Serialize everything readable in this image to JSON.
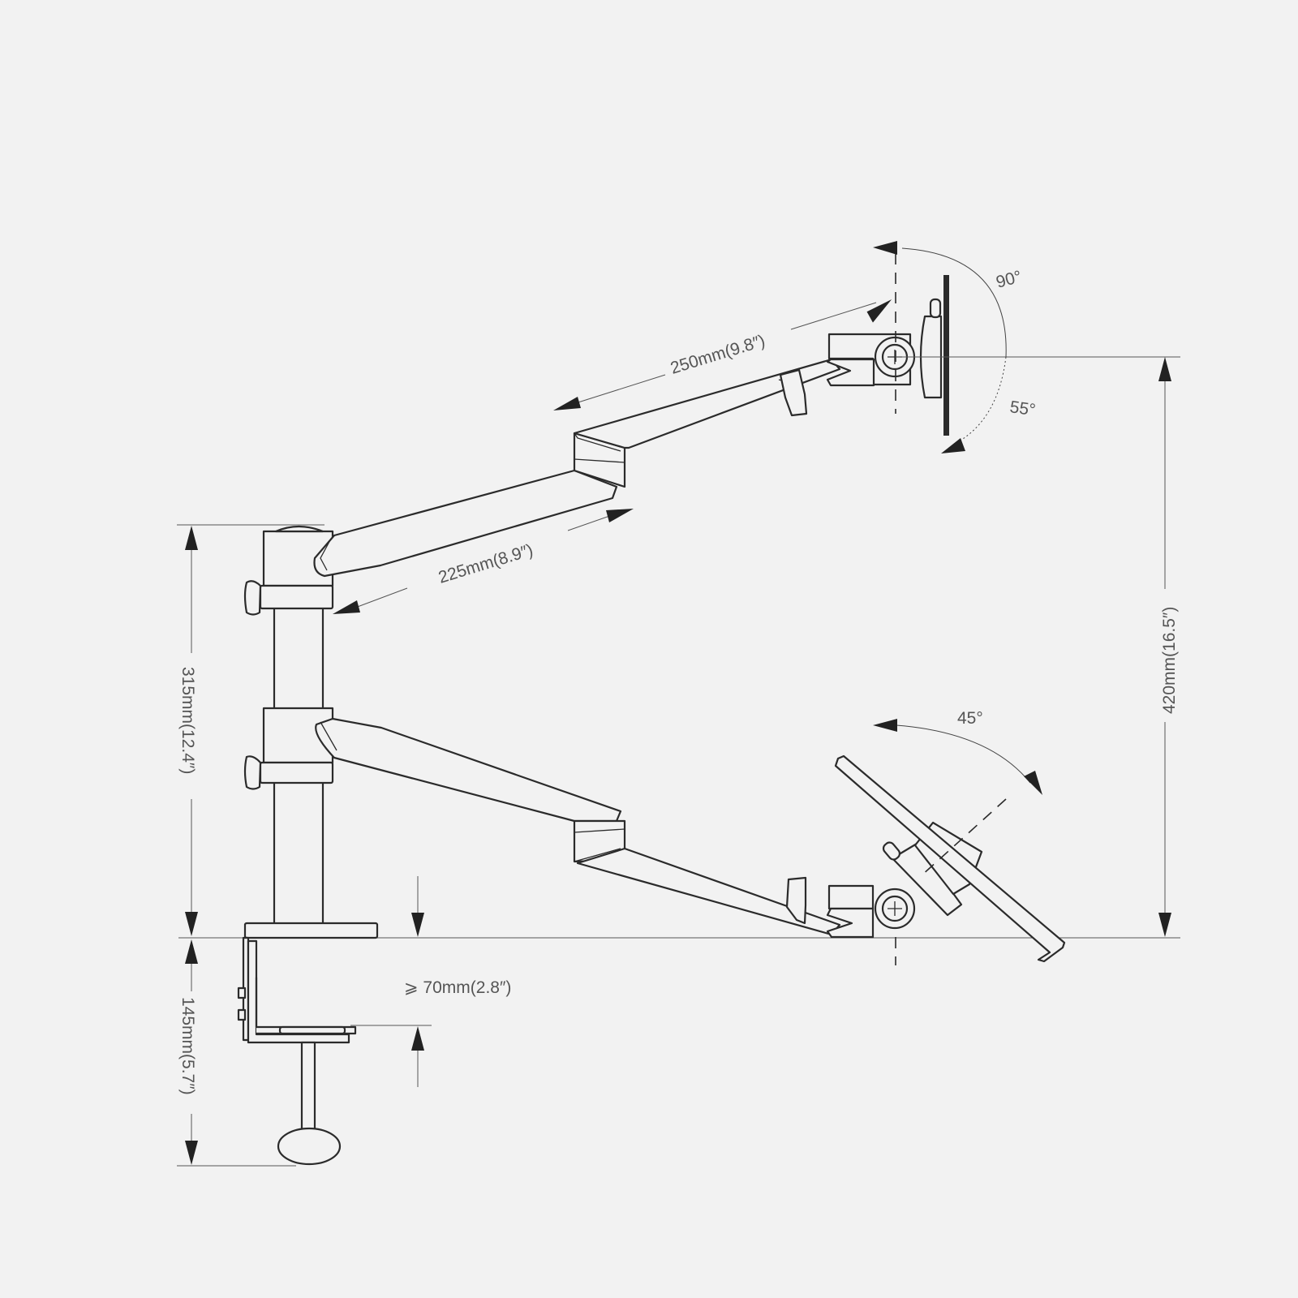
{
  "dimensions": {
    "upper_arm_length": "250mm(9.8″)",
    "lower_arm_length": "225mm(8.9″)",
    "pole_height": "315mm(12.4″)",
    "clamp_height": "145mm(5.7″)",
    "total_height": "420mm(16.5″)",
    "desk_thickness": "⩾ 70mm(2.8″)"
  },
  "angles": {
    "monitor_tilt_back": "90°",
    "monitor_tilt_forward": "55°",
    "laptop_tray_tilt": "45°"
  },
  "colors": {
    "background": "#f2f2f2",
    "line": "#2b2b2b",
    "label": "#555555"
  }
}
